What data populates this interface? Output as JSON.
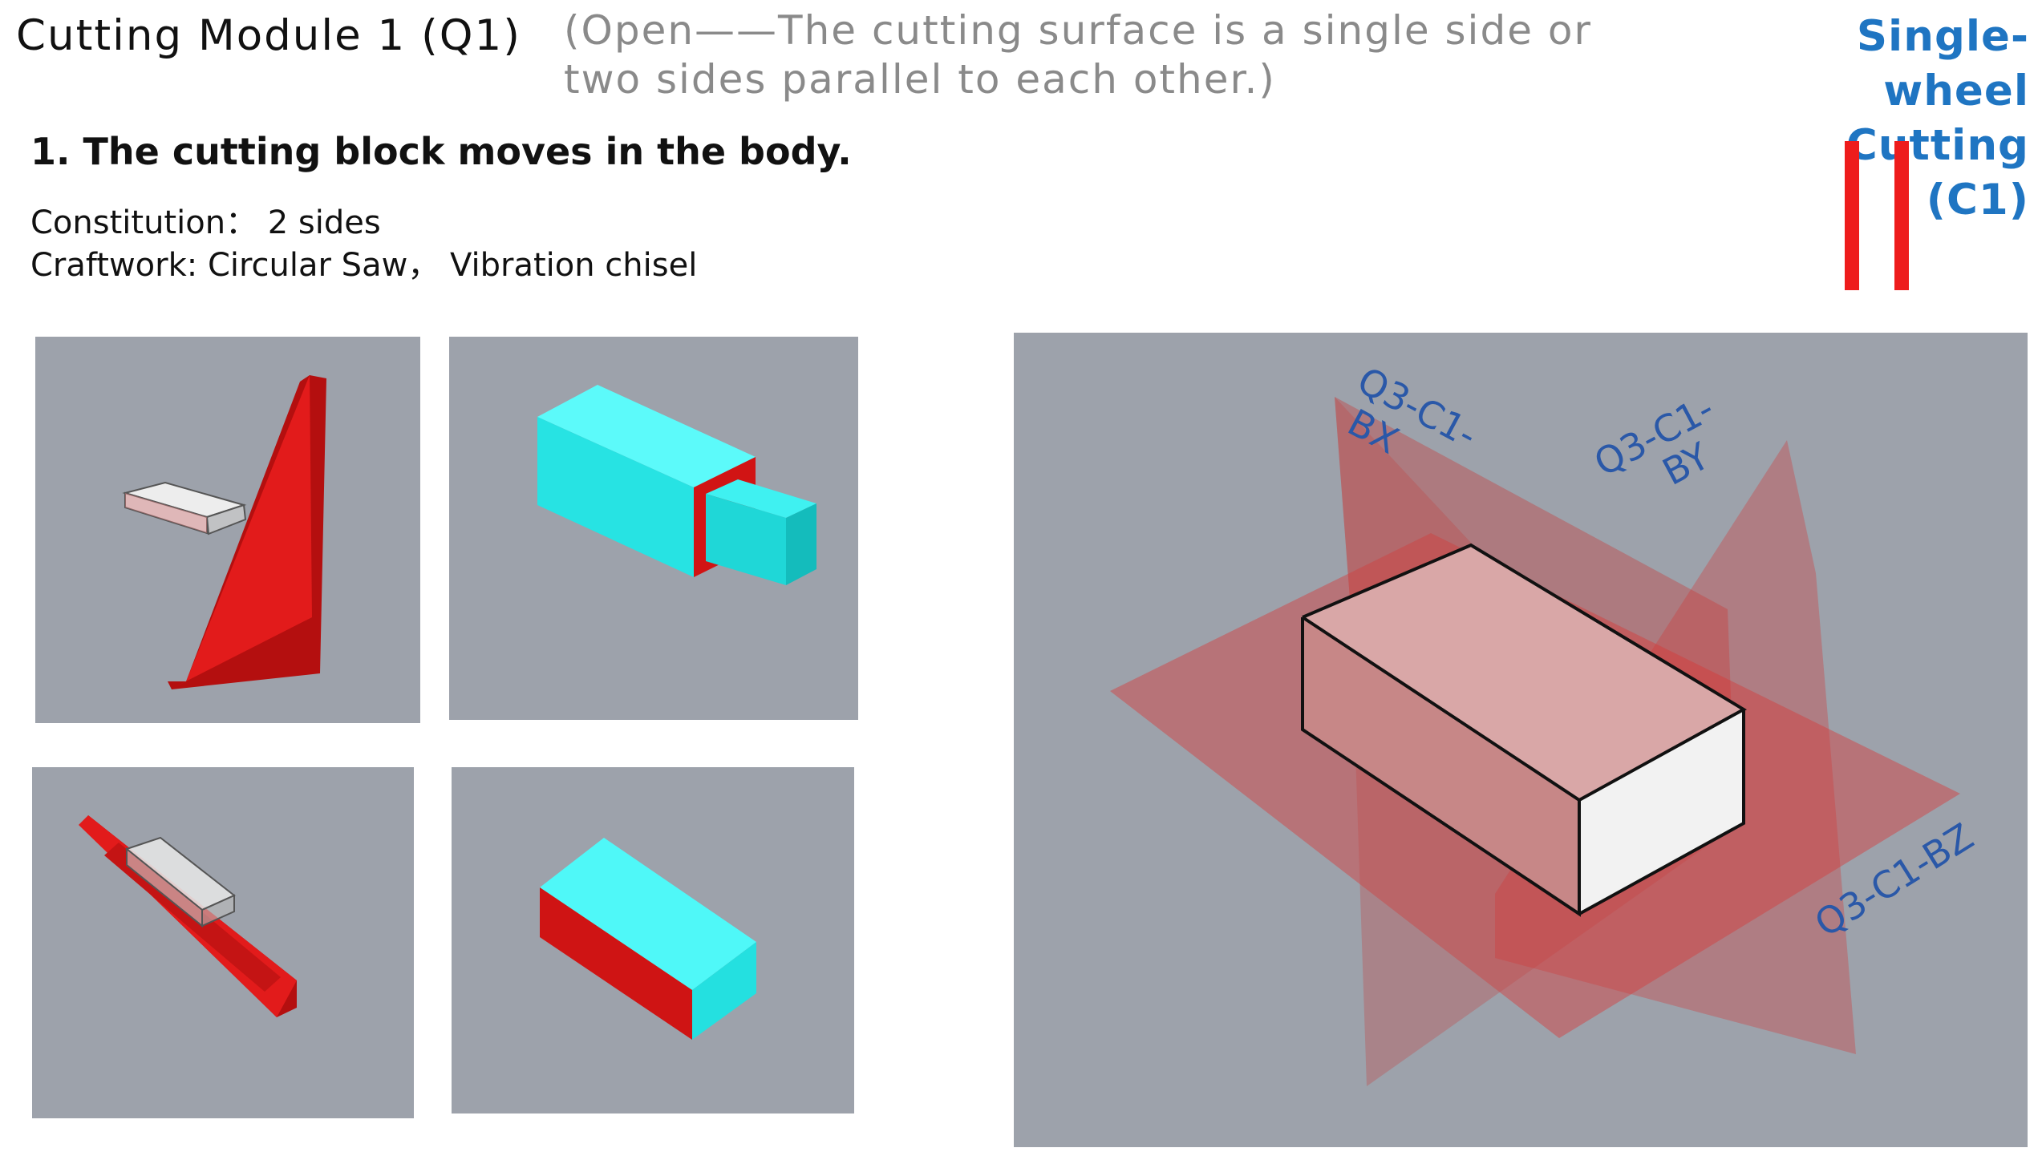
{
  "header": {
    "module_title": "Cutting Module 1 (Q1)",
    "description": "(Open——The cutting surface is a single side or two sides parallel to each other.)",
    "badge_line1": "Single-wheel",
    "badge_line2": "Cutting (C1)"
  },
  "section": {
    "heading": "1. The cutting block moves in the body.",
    "constitution": "Constitution： 2 sides",
    "craftwork": "Craftwork: Circular Saw， Vibration chisel"
  },
  "diagram": {
    "plane_label_bx_line1": "Q3-C1-",
    "plane_label_bx_line2": "BX",
    "plane_label_by_line1": "Q3-C1-",
    "plane_label_by_line2": "BY",
    "plane_label_bz": "Q3-C1-BZ"
  },
  "colors": {
    "accent_blue": "#1f75c2",
    "cut_red": "#ee1c1c",
    "block_cyan": "#2ef3f3",
    "viewport_gray": "#9da2ab",
    "label_blue": "#2a58a8"
  }
}
